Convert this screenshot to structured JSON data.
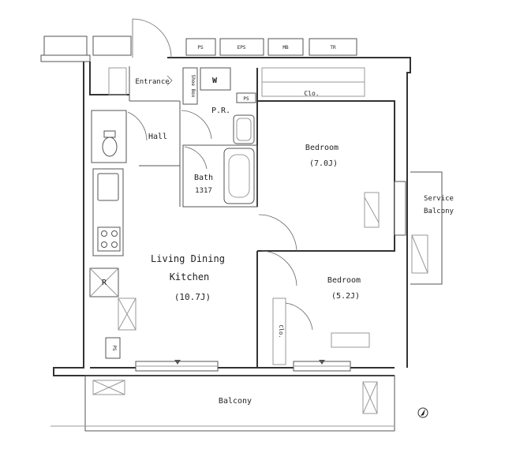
{
  "rooms": {
    "entrance": "Entrance",
    "shoebox": "Shoe Box",
    "wash": "W",
    "powder_room": "P.R.",
    "ps_small": "PS",
    "closet_top": "Clo.",
    "hall": "Hall",
    "bedroom1": "Bedroom",
    "bedroom1_size": "(7.0J)",
    "bath": "Bath",
    "bath_code": "1317",
    "service_balcony_1": "Service",
    "service_balcony_2": "Balcony",
    "ldk_1": "Living Dining",
    "ldk_2": "Kitchen",
    "ldk_size": "(10.7J)",
    "bedroom2": "Bedroom",
    "bedroom2_size": "(5.2J)",
    "refrigerator": "R",
    "closet_side": "Clo.",
    "ps_bottom": "PS",
    "balcony": "Balcony"
  },
  "shafts": [
    "PS",
    "EPS",
    "MB",
    "TR"
  ],
  "icons": [
    "north-arrow-icon"
  ]
}
